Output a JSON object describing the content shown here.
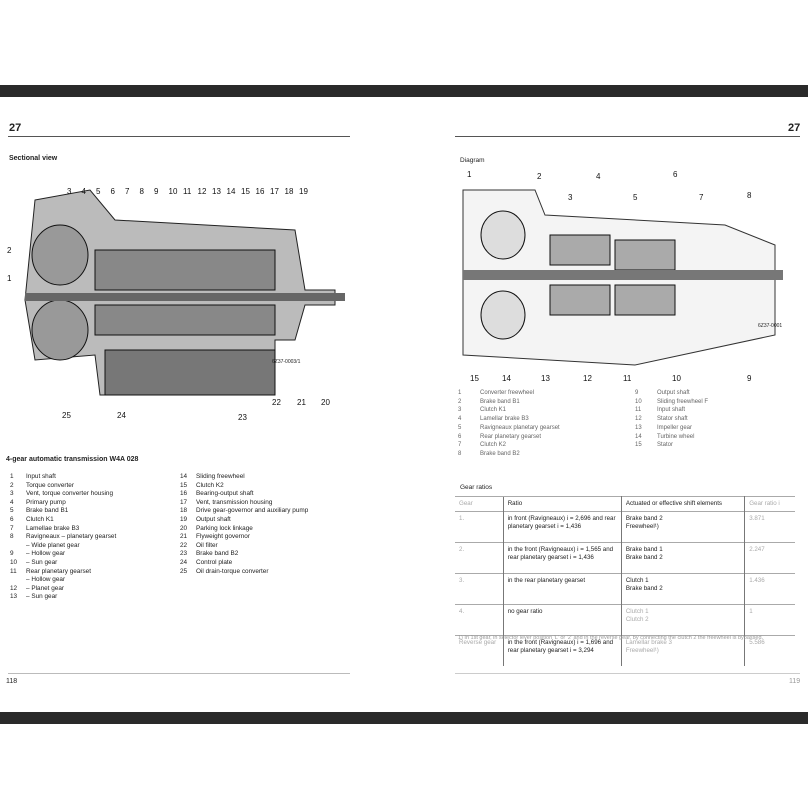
{
  "left_page": {
    "chapter": "27",
    "section_title": "Sectional view",
    "figure_code": "6Z37-0003/1",
    "callouts_top": [
      "3",
      "4",
      "5",
      "6",
      "7",
      "8",
      "9",
      "10",
      "11",
      "12",
      "13",
      "14",
      "15",
      "16",
      "17",
      "18",
      "19"
    ],
    "callouts_side": [
      "2",
      "1"
    ],
    "callouts_bottom": [
      "25",
      "24",
      "23",
      "22",
      "21",
      "20"
    ],
    "legend_title": "4-gear automatic transmission W4A 028",
    "legend_col1": [
      [
        "1",
        "Input shaft"
      ],
      [
        "2",
        "Torque converter"
      ],
      [
        "3",
        "Vent, torque converter housing"
      ],
      [
        "4",
        "Primary pump"
      ],
      [
        "5",
        "Brake band B1"
      ],
      [
        "6",
        "Clutch K1"
      ],
      [
        "7",
        "Lamellae brake B3"
      ],
      [
        "8",
        "Ravigneaux – planetary gearset"
      ],
      [
        "",
        "– Wide planet gear"
      ],
      [
        "9",
        "– Hollow gear"
      ],
      [
        "10",
        "– Sun gear"
      ],
      [
        "11",
        "Rear planetary gearset"
      ],
      [
        "",
        "– Hollow gear"
      ],
      [
        "12",
        "– Planet gear"
      ],
      [
        "13",
        "– Sun gear"
      ]
    ],
    "legend_col2": [
      [
        "14",
        "Sliding freewheel"
      ],
      [
        "15",
        "Clutch K2"
      ],
      [
        "16",
        "Bearing-output shaft"
      ],
      [
        "17",
        "Vent, transmission housing"
      ],
      [
        "18",
        "Drive gear-governor and auxiliary pump"
      ],
      [
        "19",
        "Output shaft"
      ],
      [
        "20",
        "Parking lock linkage"
      ],
      [
        "21",
        "Flyweight governor"
      ],
      [
        "22",
        "Oil filter"
      ],
      [
        "23",
        "Brake band B2"
      ],
      [
        "24",
        "Control plate"
      ],
      [
        "25",
        "Oil drain-torque converter"
      ]
    ],
    "page_number": "118"
  },
  "right_page": {
    "chapter": "27",
    "section_title": "Diagram",
    "figure_code": "6Z37-0001",
    "callouts_top": [
      "1",
      "2",
      "3",
      "4",
      "5",
      "6",
      "7",
      "8"
    ],
    "callouts_bottom": [
      "15",
      "14",
      "13",
      "12",
      "11",
      "10",
      "9"
    ],
    "legend_col1": [
      [
        "1",
        "Converter freewheel"
      ],
      [
        "2",
        "Brake band B1"
      ],
      [
        "3",
        "Clutch K1"
      ],
      [
        "4",
        "Lamellar brake B3"
      ],
      [
        "5",
        "Ravigneaux planetary gearset"
      ],
      [
        "6",
        "Rear planetary gearset"
      ],
      [
        "7",
        "Clutch K2"
      ],
      [
        "8",
        "Brake band B2"
      ]
    ],
    "legend_col2": [
      [
        "9",
        "Output shaft"
      ],
      [
        "10",
        "Sliding freewheel F"
      ],
      [
        "11",
        "Input shaft"
      ],
      [
        "12",
        "Stator shaft"
      ],
      [
        "13",
        "Impeller gear"
      ],
      [
        "14",
        "Turbine wheel"
      ],
      [
        "15",
        "Stator"
      ]
    ],
    "gear_ratios_title": "Gear ratios",
    "table_headers": [
      "Gear",
      "Ratio",
      "Actuated or effective shift elements",
      "Gear ratio i"
    ],
    "table_rows": [
      [
        "1.",
        "in front (Ravigneaux) i = 2,696 and rear planetary gearset i = 1,436",
        "Brake band 2\nFreewheel¹)",
        "3.871"
      ],
      [
        "2.",
        "in the front (Ravigneaux) i = 1,565 and rear planetary gearset i = 1,436",
        "Brake band 1\nBrake band 2",
        "2.247"
      ],
      [
        "3.",
        "in the rear planetary gearset",
        "Clutch 1\nBrake band 2",
        "1.436"
      ],
      [
        "4.",
        "no gear ratio",
        "Clutch 1\nClutch 2",
        "1"
      ],
      [
        "Reverse gear",
        "in the front (Ravigneaux) i = 1,696 and rear planetary gearset i = 3,294",
        "Lamellar brake 3\nFreewheel¹)",
        "5.586"
      ]
    ],
    "footnote": "1) In 1st gear, in selector lever position 'L' or '2' and in the reverse gear, by connecting the clutch 2 the freewheel is bypassed.",
    "page_number": "119"
  }
}
